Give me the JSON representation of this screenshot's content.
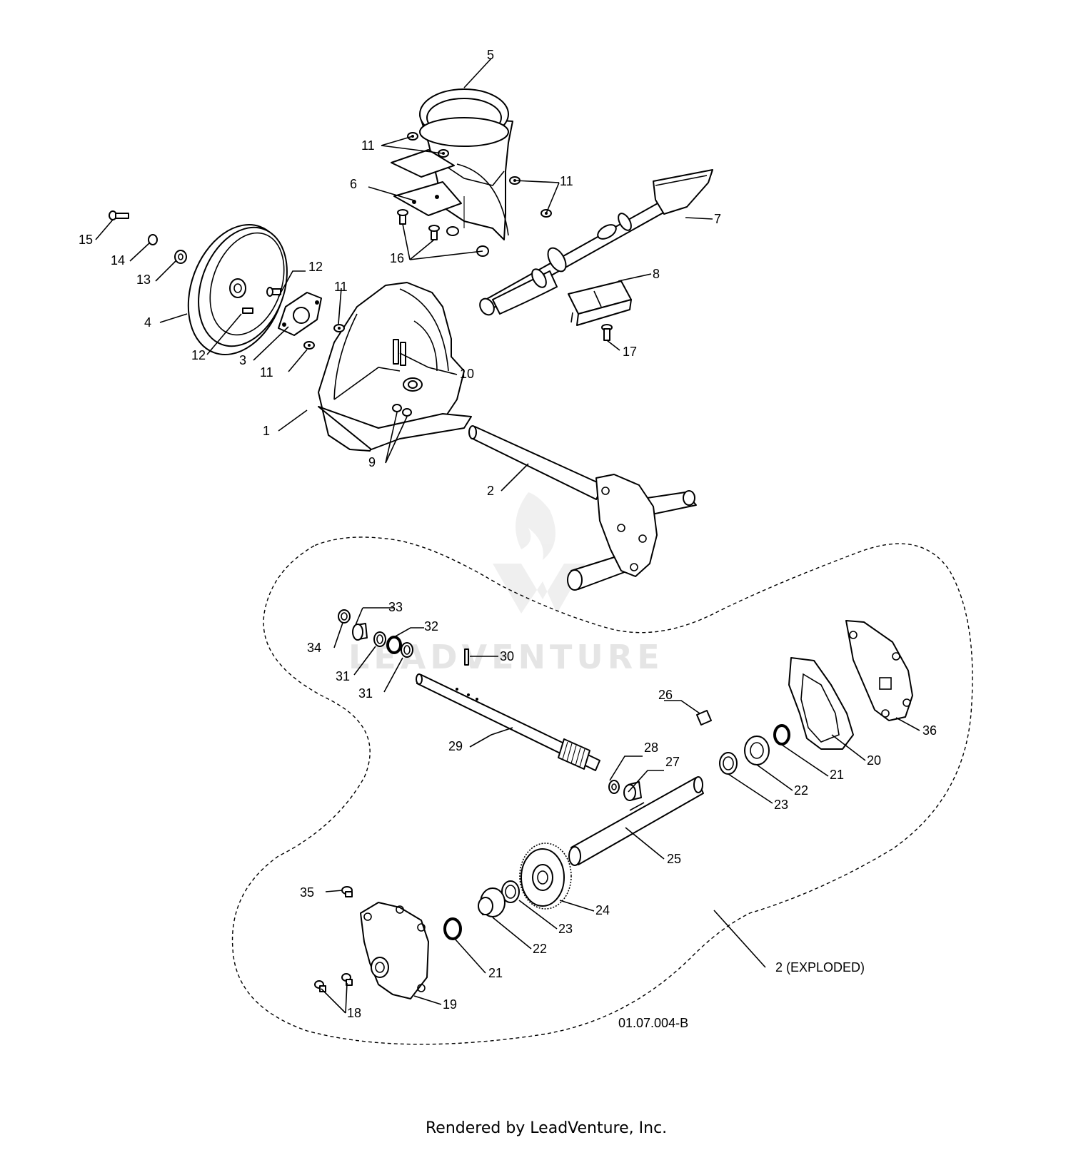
{
  "diagram": {
    "labels": [
      "1",
      "2",
      "3",
      "4",
      "5",
      "6",
      "7",
      "8",
      "9",
      "10",
      "11",
      "12",
      "13",
      "14",
      "15",
      "16",
      "17",
      "18",
      "19",
      "20",
      "21",
      "22",
      "23",
      "24",
      "25",
      "26",
      "27",
      "28",
      "29",
      "30",
      "31",
      "32",
      "33",
      "34",
      "35",
      "36"
    ],
    "exploded_label": "2 (EXPLODED)",
    "figure_code": "01.07.004-B",
    "watermark": "LEADVENTURE",
    "footer": "Rendered by LeadVenture, Inc."
  }
}
